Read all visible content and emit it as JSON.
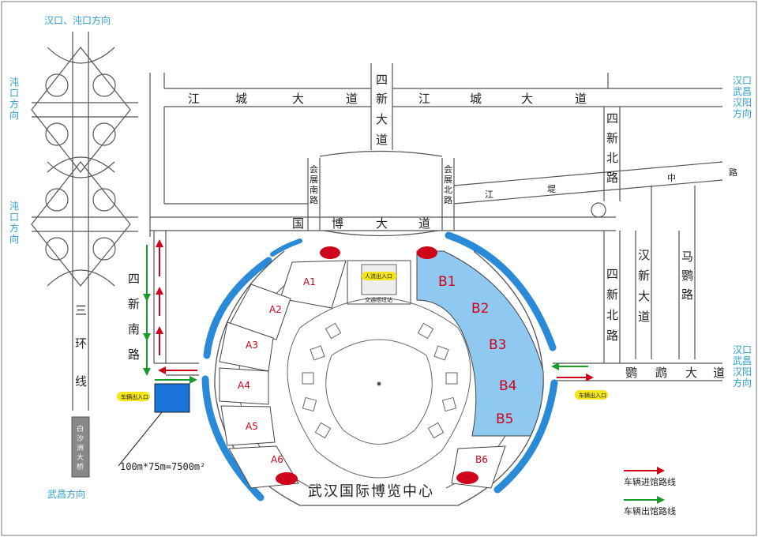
{
  "directions": {
    "top_left": "汉口、沌口方向",
    "left_upper": [
      "沌",
      "口",
      "方",
      "向"
    ],
    "left_lower": [
      "沌",
      "口",
      "方",
      "向"
    ],
    "bottom_left": "武昌方向",
    "right_upper": [
      "汉口",
      "武昌",
      "汉阳",
      "方向"
    ],
    "right_lower": [
      "汉口",
      "武昌",
      "汉阳",
      "方向"
    ]
  },
  "roads": {
    "jiangcheng": [
      "江",
      "城",
      "大",
      "道"
    ],
    "sixin": [
      "四",
      "新",
      "大",
      "道"
    ],
    "guobo": [
      "国",
      "博",
      "大",
      "道"
    ],
    "huizhan_south": [
      "会",
      "展",
      "南",
      "路"
    ],
    "huizhan_north": [
      "会",
      "展",
      "北",
      "路"
    ],
    "jiangdi": [
      "江",
      "堤",
      "中",
      "路"
    ],
    "sixin_north_upper": [
      "四",
      "新",
      "北",
      "路"
    ],
    "sixin_north_lower": [
      "四",
      "新",
      "北",
      "路"
    ],
    "hanxin": [
      "汉",
      "新",
      "大",
      "道"
    ],
    "mayingroad": [
      "马",
      "鹦",
      "路"
    ],
    "yingwu": [
      "鹦",
      "鹉",
      "大",
      "道"
    ],
    "sixin_south": [
      "四",
      "新",
      "南",
      "路"
    ],
    "third_ring": [
      "三",
      "环",
      "线"
    ],
    "baishazhou": [
      "白",
      "沙",
      "洲",
      "大",
      "桥"
    ]
  },
  "halls_west": [
    "A1",
    "A2",
    "A3",
    "A4",
    "A5",
    "A6"
  ],
  "halls_east": [
    "B1",
    "B2",
    "B3",
    "B4",
    "B5"
  ],
  "hall_b6": "B6",
  "center_labels": {
    "pedestrian_entrance": "人流出入口",
    "transport_hub": "交通枢纽站"
  },
  "vehicle_entrance_labels": {
    "west": "车辆出入口",
    "east": "车辆出入口"
  },
  "parking_area": "100m*75m=7500m²",
  "venue_title": "武汉国际博览中心",
  "legend": {
    "entry_label": "车辆进馆路线",
    "exit_label": "车辆出馆路线"
  },
  "colors": {
    "entry_arrow": "#d0021b",
    "exit_arrow": "#1a9a2a",
    "water": "#2a8ad8",
    "b_halls": "#8fc9f0",
    "direction_text": "#2a9fd6"
  }
}
